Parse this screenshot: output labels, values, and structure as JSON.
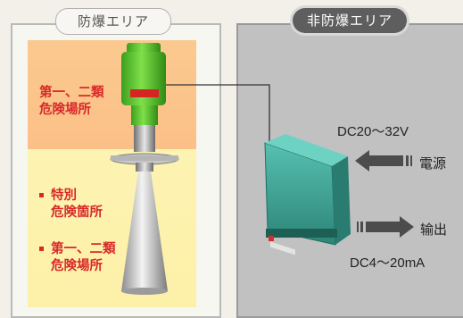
{
  "labels": {
    "explosion_proof_area": "防爆エリア",
    "non_explosion_proof_area": "非防爆エリア"
  },
  "zones": {
    "zone1_line1": "第一、二類",
    "zone1_line2": "危険場所",
    "special_line1": "特別",
    "special_line2": "危険箇所",
    "zone2_line1": "第一、二類",
    "zone2_line2": "危険場所"
  },
  "signals": {
    "input_voltage": "DC20～32V",
    "power_label": "電源",
    "output_label": "输出",
    "output_current": "DC4～20mA"
  },
  "colors": {
    "hazard_text": "#d82929",
    "sensor_head": "#5fd12e",
    "barrier_body": "#3aa294"
  },
  "icons": [
    "radar-level-sensor-icon",
    "isolation-barrier-icon",
    "arrow-left-icon",
    "arrow-right-icon"
  ]
}
